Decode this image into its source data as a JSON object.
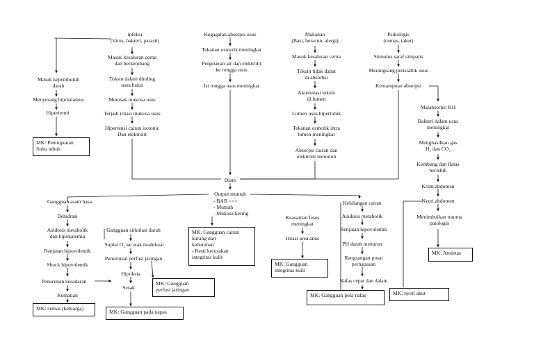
{
  "nodes": {
    "infeksi": "infeksi\n(Virus, bakteri, parasit)",
    "masuk_saluran_cerna": "Masuk kesaluran cerna\ndan berkembang",
    "toksin_dinding": "Toksin dalam dinding\nusus halus",
    "merusak_mukosa": "Merusak mukosa usus",
    "iritasi_mukosa": "Terjadi iritasi mukosa usus",
    "hipertensi_cairan": "Hipertensi cairan isotonic\nDan elektrolit",
    "masuk_pembuluh": "Masuk kepembuluh\ndarah",
    "hipotalamus": "Menyerang hipotalamus",
    "hipertermi": "Hipertermi",
    "kegagalan": "Kegagalan absorpsi usus",
    "tekanan_osmotik": "Tekanan osmotik meningkat",
    "pergeseran": "Pergeseran air dan elektrolit\nke rongga usus",
    "isi_rongga": "Isi rongga usus meningkat",
    "makanan": "Makanan\n(Basi, beracun, alergi)",
    "masuk_kesaluran": "Masuk kesaluran cerna",
    "toksin_tidak": "Toksin tidak dapat\ndi absorbsi",
    "akumulasi": "Akumulasi toksin\ndi lumen",
    "lumen_hipertonik": "Lumen usus hipertonik",
    "tekanan_intra": "Tekanan osmotik intra\nlumen meningkat",
    "absorpsi_menurun": "Absorpsi cairan dan\nelektrolit menurun",
    "psikologis": "Psikologis\n(cemas, takut)",
    "stimulus": "Stimulus saraf simpatis",
    "peristaltik": "Merangsang peristaltik usus",
    "kemampuan": "Kemampuan absorpsi",
    "malabsorpsi": "Malabsorpsi KH",
    "bakteri": "Bakteri dalam usus\nmeningkat",
    "gas": "Menghasilkan gas\nH₂ dan CO₂",
    "kembung": "Kembung dan flatas\nberlebih",
    "kram": "Kram abdomen",
    "nyeri": "Nyeri abdomen",
    "trauma": "Menimbulkan trauma\npatologis",
    "diare": "Diare",
    "output": "Output muntah",
    "output_list": "-  BAB >>>\n-  Muntah\n-  Mukosa kering",
    "asam_basa": "Gangguan asam basa",
    "dehidrasi": "Dehidrasi",
    "asidosis": "Asidosis metabolik\ndan hipokalemia",
    "renjatan": "Renjatan hipovolemik",
    "shock": "Shock hipovolemik",
    "kesadaran": "Penurunan kesadaran",
    "kematian": "Kematian",
    "sirkulasi": "Gangguan sirkulasi darah",
    "suplai": "Suplai O₂ ke otak inadekuat",
    "perfusi_turun": "Penurunan perfusi jaringan",
    "hipoksia": "Hipoksia",
    "sesak": "Sesak",
    "keasaman": "Keasaman feses\nmeningkat",
    "iritasi_anus": "Iritasi area anus",
    "kehilangan": "Kehilangan cairan",
    "asidosis2": "Asidosis metabolik",
    "renjatan2": "Renjatan hipovolemik",
    "ph": "PH darah menurun",
    "rangsangan": "Rangsangan pusat\npernapasan",
    "nafas": "Nafas cepat dan dalam"
  },
  "boxes": {
    "mk_suhu": "MK: Peningkatan\nSuhu tubuh",
    "mk_cairan": "MK: Gangguan cairan\nkurang dari\nkebutuhan\n-  Resti kerusakan\nintegritas kulit",
    "mk_cemas": "MK: cemas (keluarga)",
    "mk_perfusi": "MK: Gangguan\nperfusi jaringan",
    "mk_napas": "MK: Gangguan pada napas",
    "mk_kulit": "MK: Gangguan\nintegritas kulit",
    "mk_pola": "MK: Gangguan pola nafas",
    "mk_ansietas": "MK: Ansietas",
    "mk_nyeri": "MK: nyeri akut"
  }
}
